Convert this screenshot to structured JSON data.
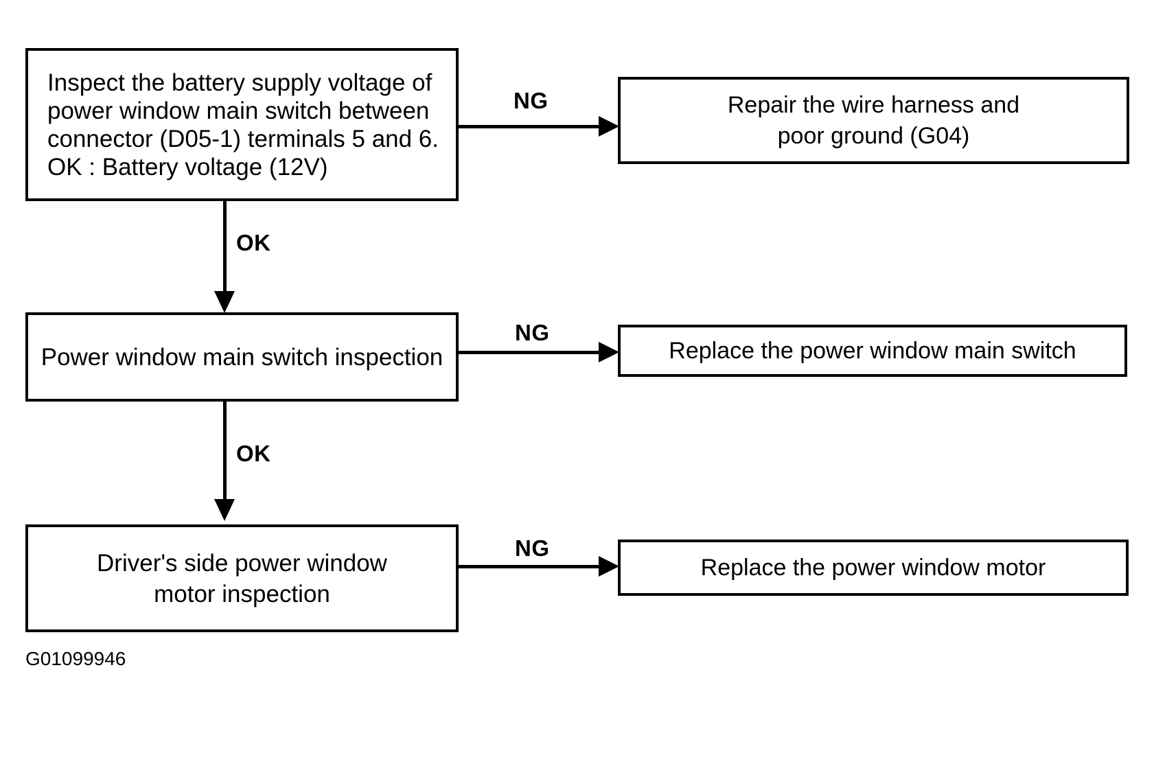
{
  "diagram": {
    "caption": "G01099946",
    "colors": {
      "ink": "#000000",
      "background": "#ffffff"
    },
    "steps": [
      {
        "id": "step-battery-supply-voltage",
        "text": "Inspect the battery supply voltage of\npower window main switch between\nconnector (D05-1) terminals 5 and 6.\nOK : Battery voltage (12V)"
      },
      {
        "id": "step-main-switch-inspection",
        "text": "Power window main switch inspection"
      },
      {
        "id": "step-motor-inspection",
        "text": "Driver's side power window\nmotor  inspection"
      }
    ],
    "results": [
      {
        "id": "result-repair-harness",
        "text": "Repair the wire harness and\npoor ground (G04)"
      },
      {
        "id": "result-replace-main-switch",
        "text": "Replace the power window main switch"
      },
      {
        "id": "result-replace-motor",
        "text": "Replace the power window motor"
      }
    ],
    "edges": {
      "ng_label_1": "NG",
      "ng_label_2": "NG",
      "ng_label_3": "NG",
      "ok_label_1": "OK",
      "ok_label_2": "OK"
    }
  }
}
